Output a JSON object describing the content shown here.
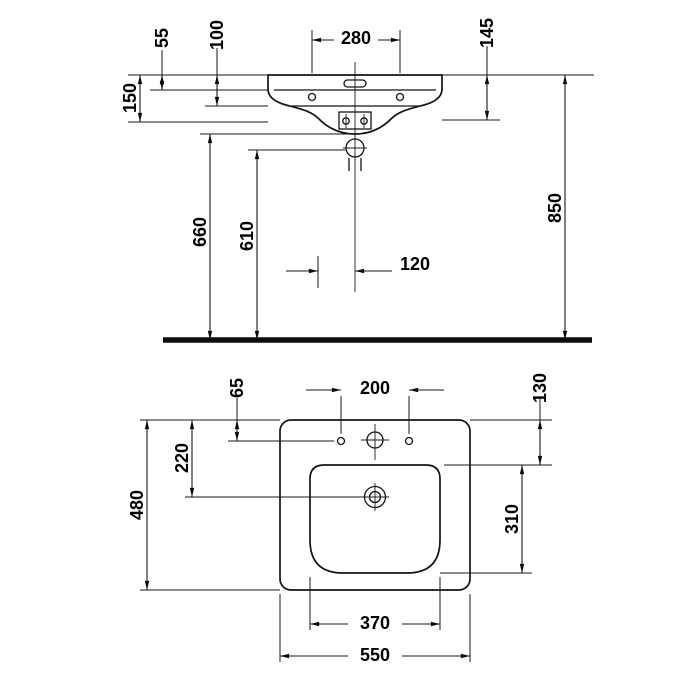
{
  "drawing": {
    "views": [
      {
        "id": "front-elevation",
        "dims": {
          "d55": "55",
          "d100": "100",
          "d280": "280",
          "d145": "145",
          "d150": "150",
          "d660": "660",
          "d610": "610",
          "d850": "850",
          "d120": "120"
        }
      },
      {
        "id": "plan",
        "dims": {
          "d65": "65",
          "d200": "200",
          "d130": "130",
          "d220": "220",
          "d480": "480",
          "d310": "310",
          "d370": "370",
          "d550": "550"
        }
      }
    ],
    "colors": {
      "line": "#141414",
      "background": "#ffffff",
      "text": "#000000"
    }
  }
}
